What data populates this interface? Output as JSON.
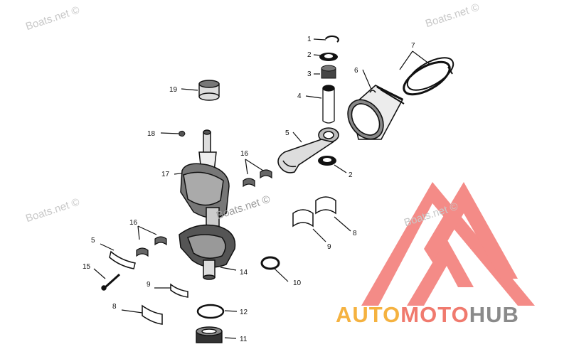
{
  "watermark_text": "Boats.net ©",
  "callouts": [
    "1",
    "2",
    "3",
    "4",
    "5",
    "6",
    "7",
    "2",
    "19",
    "18",
    "17",
    "16",
    "8",
    "9",
    "16",
    "5",
    "15",
    "9",
    "8",
    "14",
    "10",
    "12",
    "11"
  ],
  "brand": {
    "part1": "AUTO",
    "part2": "MOTO",
    "part3": "HUB",
    "color1": "#f5b240",
    "color2": "#f07a6e",
    "color3": "#8a8a8a",
    "logo_color": "#f26b66"
  }
}
